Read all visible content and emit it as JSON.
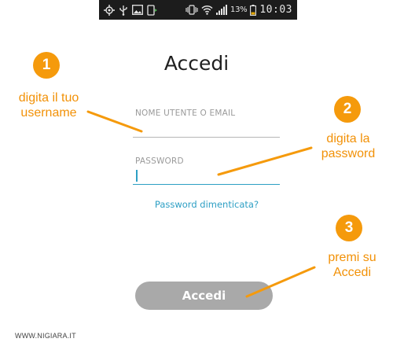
{
  "status_bar": {
    "battery_percent": "13%",
    "time": "10:03",
    "icons": [
      "gps-icon",
      "usb-icon",
      "image-icon",
      "notification-icon",
      "vibrate-icon",
      "wifi-icon",
      "signal-icon",
      "battery-icon"
    ]
  },
  "login": {
    "title": "Accedi",
    "username_label": "NOME UTENTE O EMAIL",
    "username_value": "",
    "password_label": "PASSWORD",
    "password_value": "",
    "forgot_password": "Password dimenticata?",
    "submit_label": "Accedi"
  },
  "annotations": {
    "step1": {
      "number": "1",
      "line1": "digita il tuo",
      "line2": "username"
    },
    "step2": {
      "number": "2",
      "line1": "digita la",
      "line2": "password"
    },
    "step3": {
      "number": "3",
      "line1": "premi su",
      "line2": "Accedi"
    }
  },
  "colors": {
    "accent": "#2d9fc4",
    "annotation": "#f59a0c",
    "button": "#a9a9a9",
    "status_bar": "#1c1c1c"
  },
  "watermark": "WWW.NIGIARA.IT"
}
